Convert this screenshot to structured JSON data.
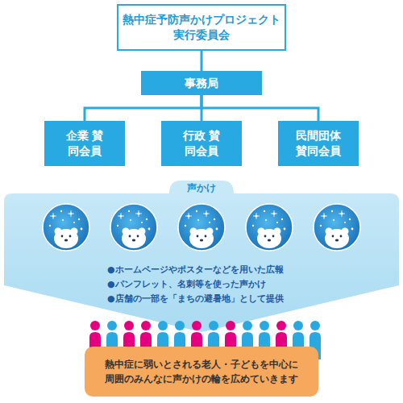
{
  "diagram": {
    "nodes": [
      {
        "text": [
          "熱中症予防声かけプロジェクト 実行委員会"
        ]
      },
      {
        "text": [
          "事務局"
        ]
      },
      {
        "text": [
          "企業 賛同会員"
        ]
      },
      {
        "text": [
          "行政 賛同会員"
        ]
      },
      {
        "text": [
          "民間団体 賛同会員"
        ]
      },
      {
        "text": [
          "声かけ",
          "●ホームページやポスターなどを用いた広報",
          "●パンフレット、名刺等を使った声かけ",
          "●店舗の一部を「まちの避暑地」として提供"
        ]
      },
      {
        "text": [
          "熱中症に弱いとされる老人・子どもを中心に 周囲のみんなに声かけの輪を広めていきます"
        ]
      }
    ],
    "edges": [
      {
        "from": 0,
        "to": 1,
        "arrow": "none"
      },
      {
        "from": 1,
        "to": 2,
        "arrow": "none"
      },
      {
        "from": 1,
        "to": 3,
        "arrow": "none"
      },
      {
        "from": 1,
        "to": 4,
        "arrow": "none"
      }
    ]
  }
}
